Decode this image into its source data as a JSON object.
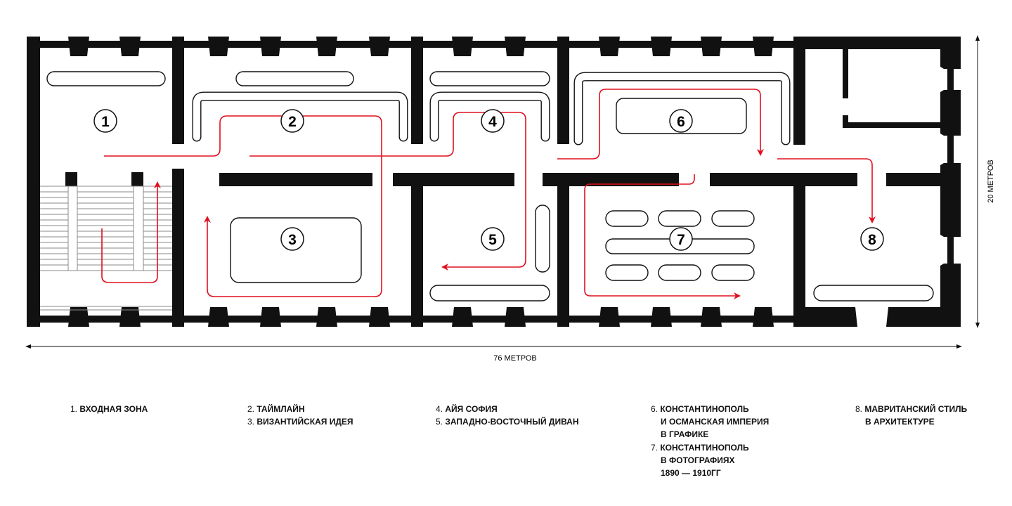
{
  "colors": {
    "wall": "#111111",
    "route": "#e0101e",
    "background": "#ffffff"
  },
  "dimensions": {
    "length_label": "76 МЕТРОВ",
    "width_label": "20 МЕТРОВ"
  },
  "rooms": [
    {
      "number": "1",
      "prefix": "1.",
      "lines": [
        "ВХОДНАЯ ЗОНА"
      ]
    },
    {
      "number": "2",
      "prefix": "2.",
      "lines": [
        "ТАЙМЛАЙН"
      ]
    },
    {
      "number": "3",
      "prefix": "3.",
      "lines": [
        "ВИЗАНТИЙСКАЯ ИДЕЯ"
      ]
    },
    {
      "number": "4",
      "prefix": "4.",
      "lines": [
        "АЙЯ СОФИЯ"
      ]
    },
    {
      "number": "5",
      "prefix": "5.",
      "lines": [
        "ЗАПАДНО-ВОСТОЧНЫЙ ДИВАН"
      ]
    },
    {
      "number": "6",
      "prefix": "6.",
      "lines": [
        "КОНСТАНТИНОПОЛЬ",
        "И ОСМАНСКАЯ ИМПЕРИЯ",
        "В ГРАФИКЕ"
      ]
    },
    {
      "number": "7",
      "prefix": "7.",
      "lines": [
        "КОНСТАНТИНОПОЛЬ",
        "В ФОТОГРАФИЯХ",
        "1890 — 1910ГГ"
      ]
    },
    {
      "number": "8",
      "prefix": "8.",
      "lines": [
        "МАВРИТАНСКИЙ СТИЛЬ",
        "В АРХИТЕКТУРЕ"
      ]
    }
  ]
}
